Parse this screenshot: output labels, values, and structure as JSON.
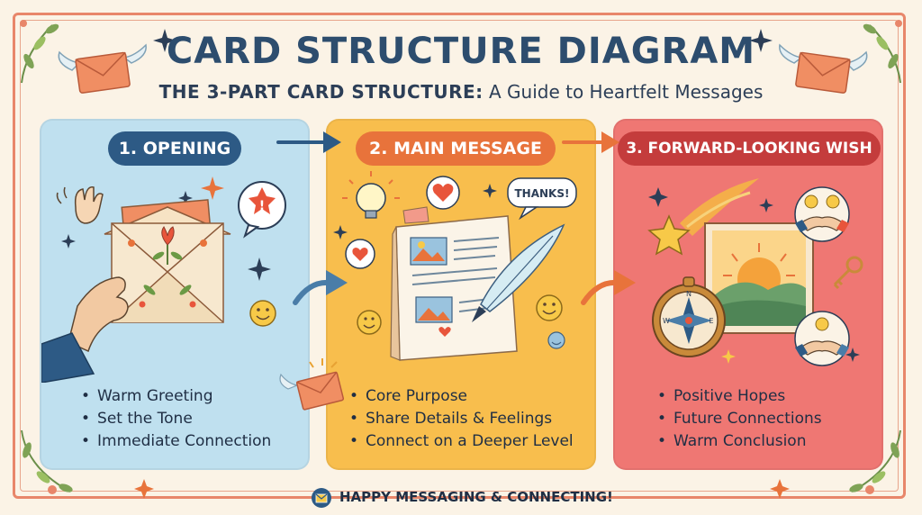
{
  "title": "CARD STRUCTURE DIAGRAM",
  "subtitle": {
    "lead": "THE 3-PART CARD STRUCTURE:",
    "rest": " A Guide to Heartfelt Messages"
  },
  "sections": [
    {
      "label": "1. OPENING",
      "color": "#2d5a85",
      "bullets": [
        "Warm Greeting",
        "Set the Tone",
        "Immediate Connection"
      ]
    },
    {
      "label": "2. MAIN MESSAGE",
      "color": "#e8733b",
      "speech": "THANKS!",
      "bullets": [
        "Core Purpose",
        "Share Details & Feelings",
        "Connect on a Deeper Level"
      ]
    },
    {
      "label": "3. FORWARD-LOOKING WISH",
      "color": "#c43c3c",
      "bullets": [
        "Positive Hopes",
        "Future Connections",
        "Warm Conclusion"
      ]
    }
  ],
  "footer": "HAPPY MESSAGING & CONNECTING!",
  "colors": {
    "background": "#fbf3e6",
    "title": "#2d4d6e",
    "opening_panel": "#bfe0ef",
    "main_panel": "#f8be4d",
    "wish_panel": "#ef7773",
    "frame": "#e8866a"
  },
  "icons": [
    "winged-envelope-icon",
    "waving-hand-icon",
    "exclamation-bubble-icon",
    "lightbulb-icon",
    "heart-bubble-icon",
    "quill-icon",
    "shooting-star-icon",
    "handshake-icon",
    "compass-icon",
    "key-icon",
    "sunrise-picture-icon",
    "smiley-icon",
    "sparkle-icon"
  ]
}
